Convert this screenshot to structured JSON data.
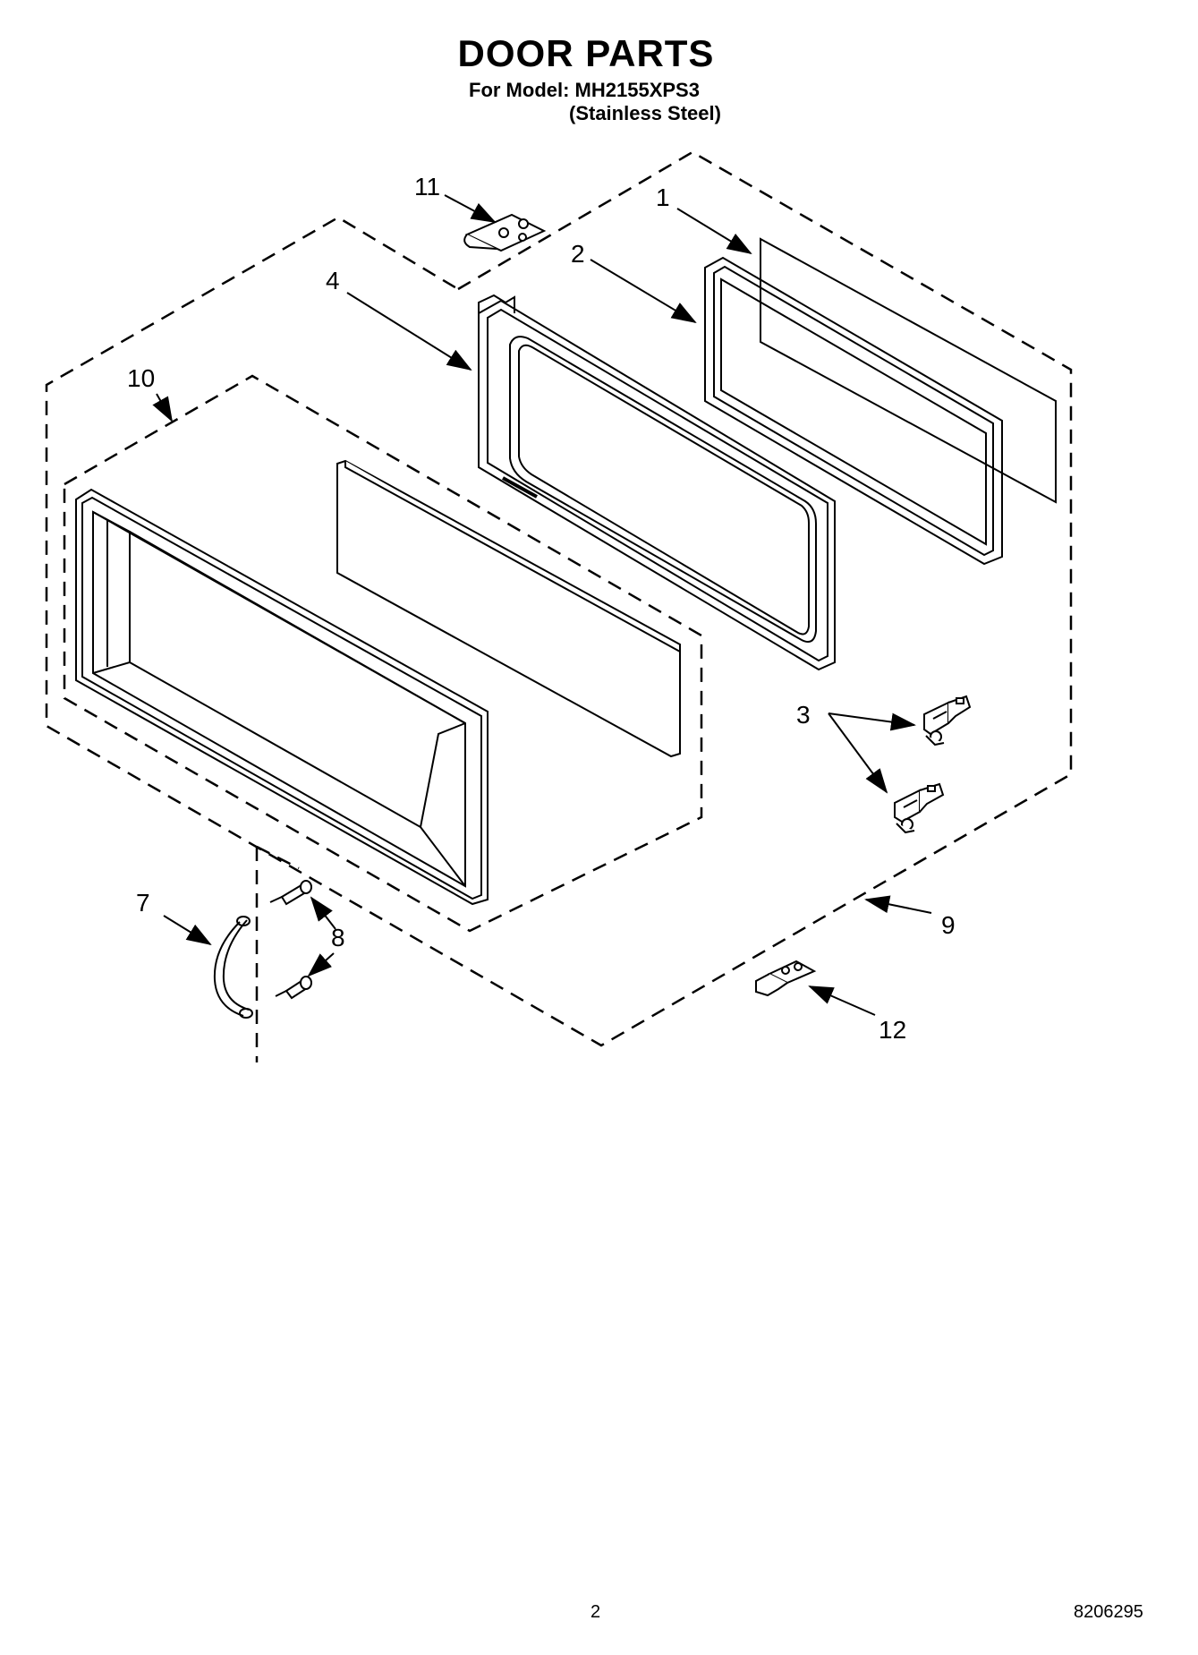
{
  "header": {
    "title": "DOOR PARTS",
    "model_line": "For Model: MH2155XPS3",
    "variant_line": "(Stainless Steel)"
  },
  "callouts": {
    "c1": "1",
    "c2": "2",
    "c3": "3",
    "c4": "4",
    "c7": "7",
    "c8": "8",
    "c9": "9",
    "c10": "10",
    "c11": "11",
    "c12": "12"
  },
  "footer": {
    "page_number": "2",
    "document_number": "8206295"
  }
}
